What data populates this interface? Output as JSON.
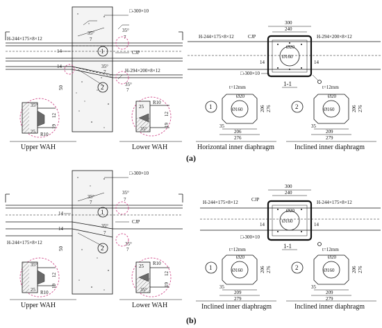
{
  "panel_a": {
    "tube_label": "□-300×10",
    "beam_left_top": "H-244×175×8×12",
    "beam_right_bottom": "H-294×200×8×12",
    "weld_cjp": "CJP",
    "weld_14": "14",
    "angle_35": "35°",
    "num_7": "7",
    "dim_50": "50",
    "marker_1": "1",
    "marker_2": "2",
    "upper_wah": "Upper WAH",
    "lower_wah": "Lower WAH",
    "detail_35": "35°",
    "detail_25": "25",
    "detail_r10": "R10",
    "detail_12": "12",
    "detail_19": "19",
    "section": {
      "dim_300": "300",
      "dim_240": "240",
      "cjp": "CJP",
      "beam_left": "H-244×175×8×12",
      "beam_right": "H-294×200×8×12",
      "tube": "□-300×10",
      "phi20": "Ø20",
      "phi160": "Ø160",
      "weld_14": "14",
      "label": "1-1"
    },
    "diaphragm1": {
      "marker": "1",
      "t": "t=12mm",
      "phi20": "Ø20",
      "phi160": "Ø160",
      "w1": "206",
      "w2": "276",
      "h1": "206",
      "h2": "276",
      "s": "35",
      "caption": "Horizontal inner diaphragm"
    },
    "diaphragm2": {
      "marker": "2",
      "t": "t=12mm",
      "phi20": "Ø20",
      "phi160": "Ø160",
      "w1": "209",
      "w2": "279",
      "h1": "206",
      "h2": "276",
      "s": "35",
      "caption": "Inclined inner diaphragm"
    },
    "caption": "(a)"
  },
  "panel_b": {
    "tube_label": "□-300×10",
    "beam_left": "H-244×175×8×12",
    "weld_cjp": "CJP",
    "weld_14": "14",
    "angle_35": "35°",
    "num_7": "7",
    "dim_50": "50",
    "marker_1": "1",
    "marker_2": "2",
    "upper_wah": "Upper WAH",
    "lower_wah": "Lower WAH",
    "detail_35": "35°",
    "detail_25": "25",
    "detail_r10": "R10",
    "detail_12": "12",
    "detail_19": "19",
    "section": {
      "dim_300": "300",
      "dim_240": "240",
      "cjp": "CJP",
      "beam_left": "H-244×175×8×12",
      "beam_right": "H-244×175×8×12",
      "tube": "□-300×10",
      "phi20": "Ø20",
      "phi160": "Ø160",
      "weld_14": "14",
      "label": "1-1"
    },
    "diaphragm1": {
      "marker": "1",
      "t": "t=12mm",
      "phi20": "Ø20",
      "phi160": "Ø160",
      "w1": "209",
      "w2": "279",
      "h1": "206",
      "h2": "276",
      "s": "35",
      "caption": "Inclined inner diaphragm"
    },
    "diaphragm2": {
      "marker": "2",
      "t": "t=12mm",
      "phi20": "Ø20",
      "phi160": "Ø160",
      "w1": "209",
      "w2": "279",
      "h1": "206",
      "h2": "276",
      "s": "35",
      "caption": "Inclined inner diaphragm"
    },
    "caption": "(b)"
  }
}
